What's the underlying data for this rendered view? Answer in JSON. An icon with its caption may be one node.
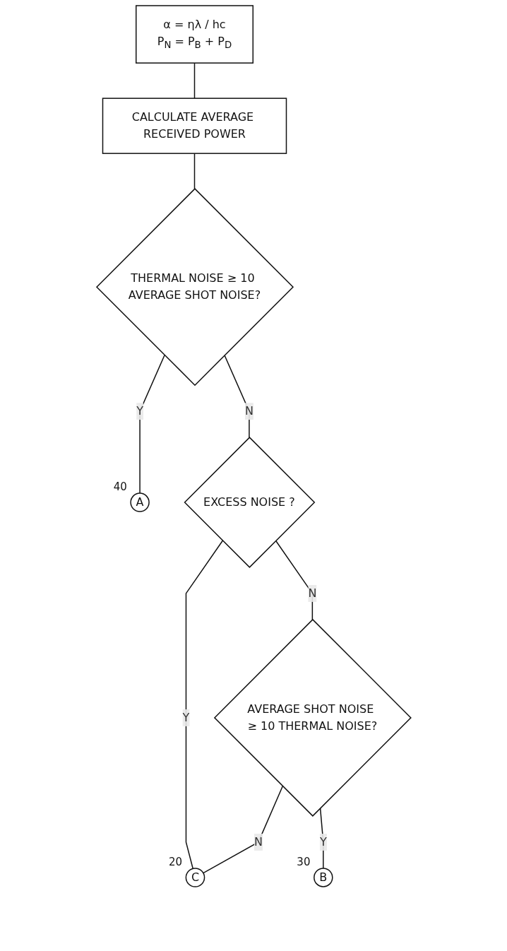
{
  "diagram": {
    "nodes": [
      {
        "text": [
          "α = ηλ / hc",
          "P$_{N}$ = P$_{B}$ + P$_{D}$"
        ]
      },
      {
        "text": [
          "CALCULATE AVERAGE RECEIVED POWER"
        ]
      },
      {
        "text": [
          "THERMAL NOISE ≥ 10 AVERAGE SHOT NOISE?"
        ]
      },
      {
        "text": [
          "A"
        ],
        "beside": [
          "40"
        ]
      },
      {
        "text": [
          "EXCESS NOISE ?"
        ]
      },
      {
        "text": [
          "AVERAGE SHOT NOISE ≥ 10 THERMAL NOISE?"
        ]
      },
      {
        "text": [
          "B"
        ],
        "beside": [
          "30"
        ]
      },
      {
        "text": [
          "C"
        ],
        "beside": [
          "20"
        ]
      }
    ],
    "edges": [
      {
        "from": 0,
        "to": 1,
        "arrow": "none"
      },
      {
        "from": 1,
        "to": 2,
        "arrow": "none"
      },
      {
        "from": 2,
        "to": 3,
        "label": "Y",
        "arrow": "none"
      },
      {
        "from": 2,
        "to": 4,
        "label": "N",
        "arrow": "none"
      },
      {
        "from": 4,
        "to": 7,
        "label": "Y",
        "arrow": "none"
      },
      {
        "from": 4,
        "to": 5,
        "label": "N",
        "arrow": "none"
      },
      {
        "from": 5,
        "to": 6,
        "label": "Y",
        "arrow": "none"
      },
      {
        "from": 5,
        "to": 7,
        "label": "N",
        "arrow": "none"
      }
    ]
  }
}
